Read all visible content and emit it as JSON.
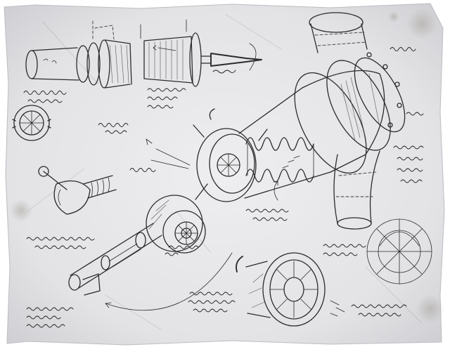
{
  "image": {
    "subject": "",
    "annotations_legible": false
  },
  "palette": {
    "paper": "#e6e6e8",
    "paper_shadow": "#c9c9cc",
    "ink": "#2b2b2b",
    "stain": "#b7b2ab"
  },
  "parts": [
    {
      "id": "cylinder-chamber"
    },
    {
      "id": "spear-tip-assembly"
    },
    {
      "id": "gear-wheel"
    },
    {
      "id": "main-blaster-body"
    },
    {
      "id": "barrel-tube"
    },
    {
      "id": "crank-handle"
    },
    {
      "id": "turbine-lamp"
    },
    {
      "id": "long-shaft"
    },
    {
      "id": "slotted-drum"
    },
    {
      "id": "compass-circle"
    }
  ]
}
